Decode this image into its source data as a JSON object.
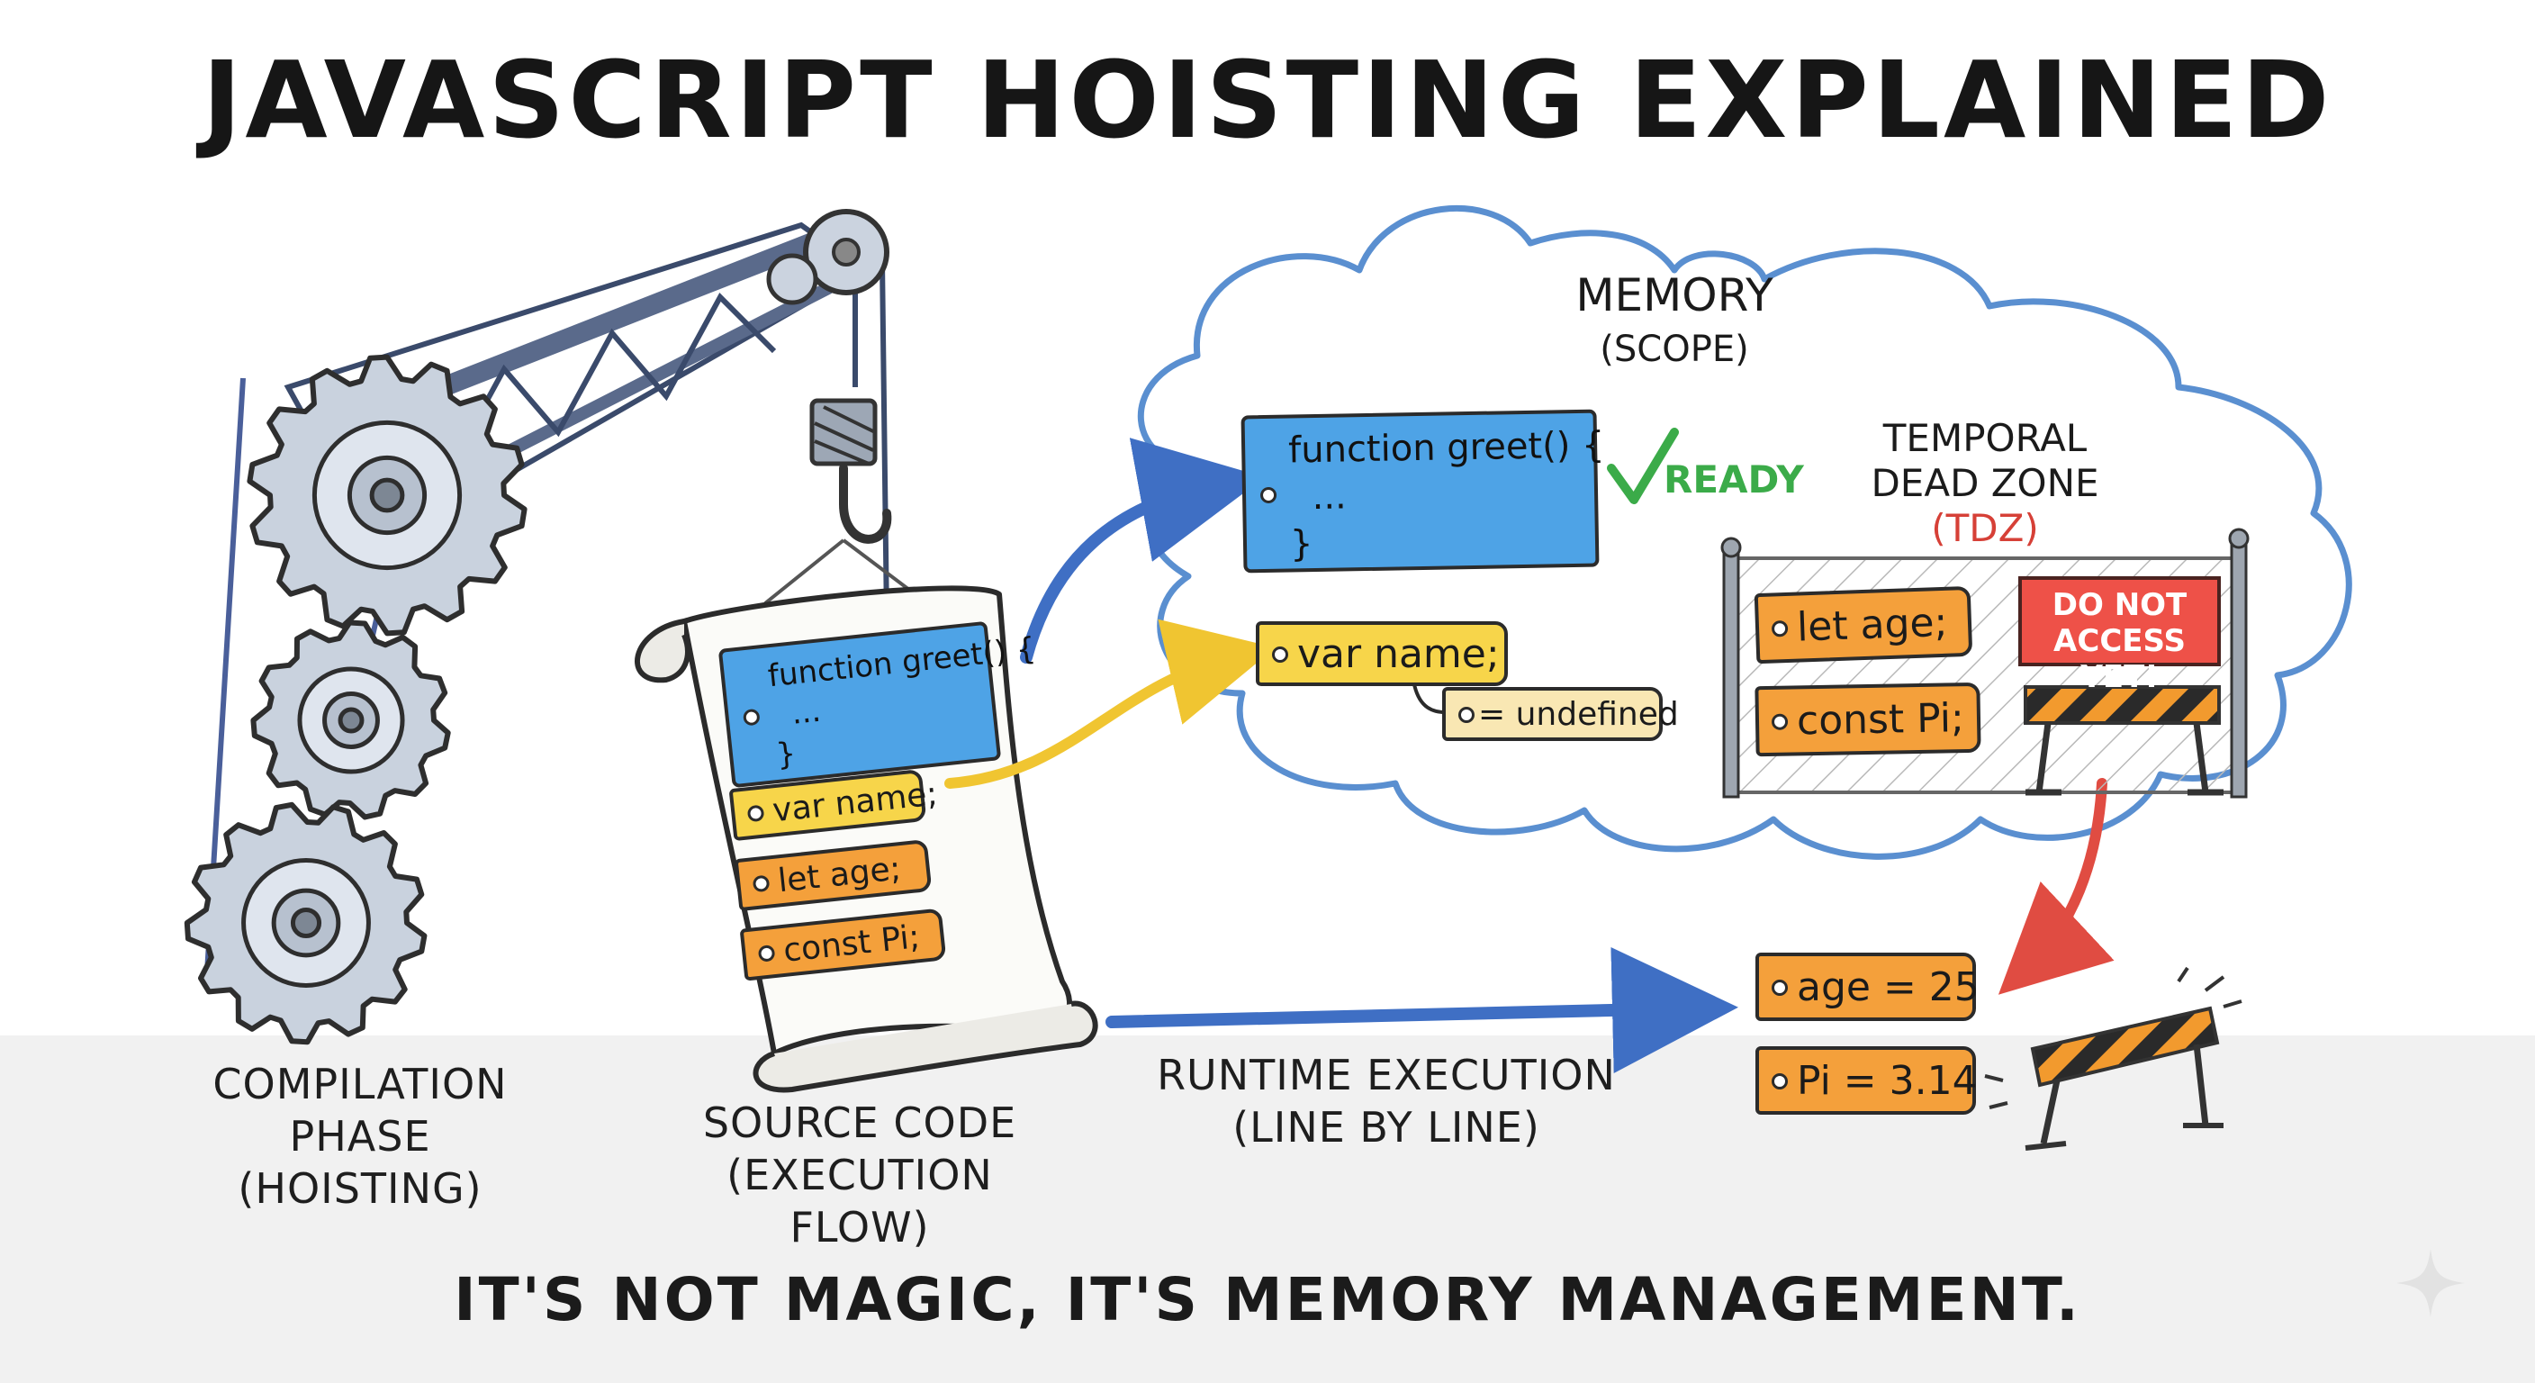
{
  "title": "JAVASCRIPT HOISTING EXPLAINED",
  "compilation": {
    "line1": "COMPILATION",
    "line2": "PHASE",
    "line3": "(HOISTING)"
  },
  "source": {
    "line1": "SOURCE CODE",
    "line2": "(EXECUTION FLOW)"
  },
  "runtime": {
    "line1": "RUNTIME EXECUTION",
    "line2": "(LINE BY LINE)"
  },
  "memory": {
    "title": "MEMORY",
    "subtitle": "(SCOPE)"
  },
  "tdz": {
    "line1": "TEMPORAL",
    "line2": "DEAD ZONE",
    "abbr": "(TDZ)"
  },
  "scroll_code": {
    "function": "function greet() {\n  ...\n}",
    "var": "var name;",
    "let": "let age;",
    "const": "const Pi;"
  },
  "memory_code": {
    "function": "function greet() {\n  ...\n}",
    "ready": "READY",
    "var": "var name;",
    "undefined": "= undefined",
    "let": "let age;",
    "const": "const Pi;",
    "sign_line1": "DO NOT",
    "sign_line2": "ACCESS YET!"
  },
  "runtime_values": {
    "age": "age = 25",
    "pi": "Pi = 3.14"
  },
  "tagline": "IT'S NOT MAGIC, IT'S MEMORY MANAGEMENT.",
  "colors": {
    "blue": "#4ea3e6",
    "yellow": "#f7d54a",
    "orange": "#f4a03b",
    "red": "#ee5148",
    "green": "#3bab49",
    "arrow_blue": "#3f6fc4",
    "arrow_red": "#e04c42"
  },
  "icons": [
    "gear-icon",
    "crane-icon",
    "hook-icon",
    "scroll-icon",
    "cloud-icon",
    "fence-icon",
    "barricade-icon",
    "checkmark-icon",
    "sparkle-icon"
  ]
}
